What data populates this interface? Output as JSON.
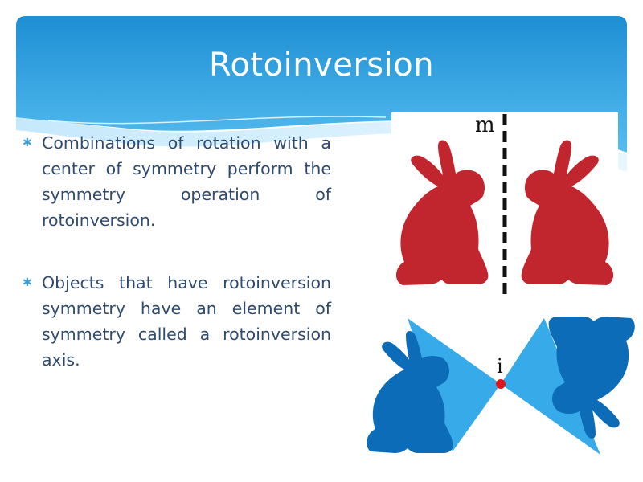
{
  "slide": {
    "title": "Rotoinversion",
    "bullets": [
      "Combinations of rotation with a center of symmetry perform the symmetry operation of rotoinversion.",
      "Objects that have rotoinversion symmetry have an element of symmetry called a rotoinversion axis."
    ],
    "bullet_icon": "asterisk-bullet-icon"
  },
  "figures": {
    "mirror": {
      "label": "m",
      "shape_color": "#c1262e",
      "icon": "rabbit-silhouette"
    },
    "inversion": {
      "label": "i",
      "shape_color": "#0c6cb7",
      "cone_color": "#37aaea",
      "point_color": "#e1161c",
      "icon": "rabbit-silhouette"
    }
  },
  "colors": {
    "header_top": "#1e8fd4",
    "header_bottom": "#4fb8ee",
    "title_text": "#ffffff",
    "body_text": "#2f4a6e",
    "bullet": "#3aa0d8"
  }
}
